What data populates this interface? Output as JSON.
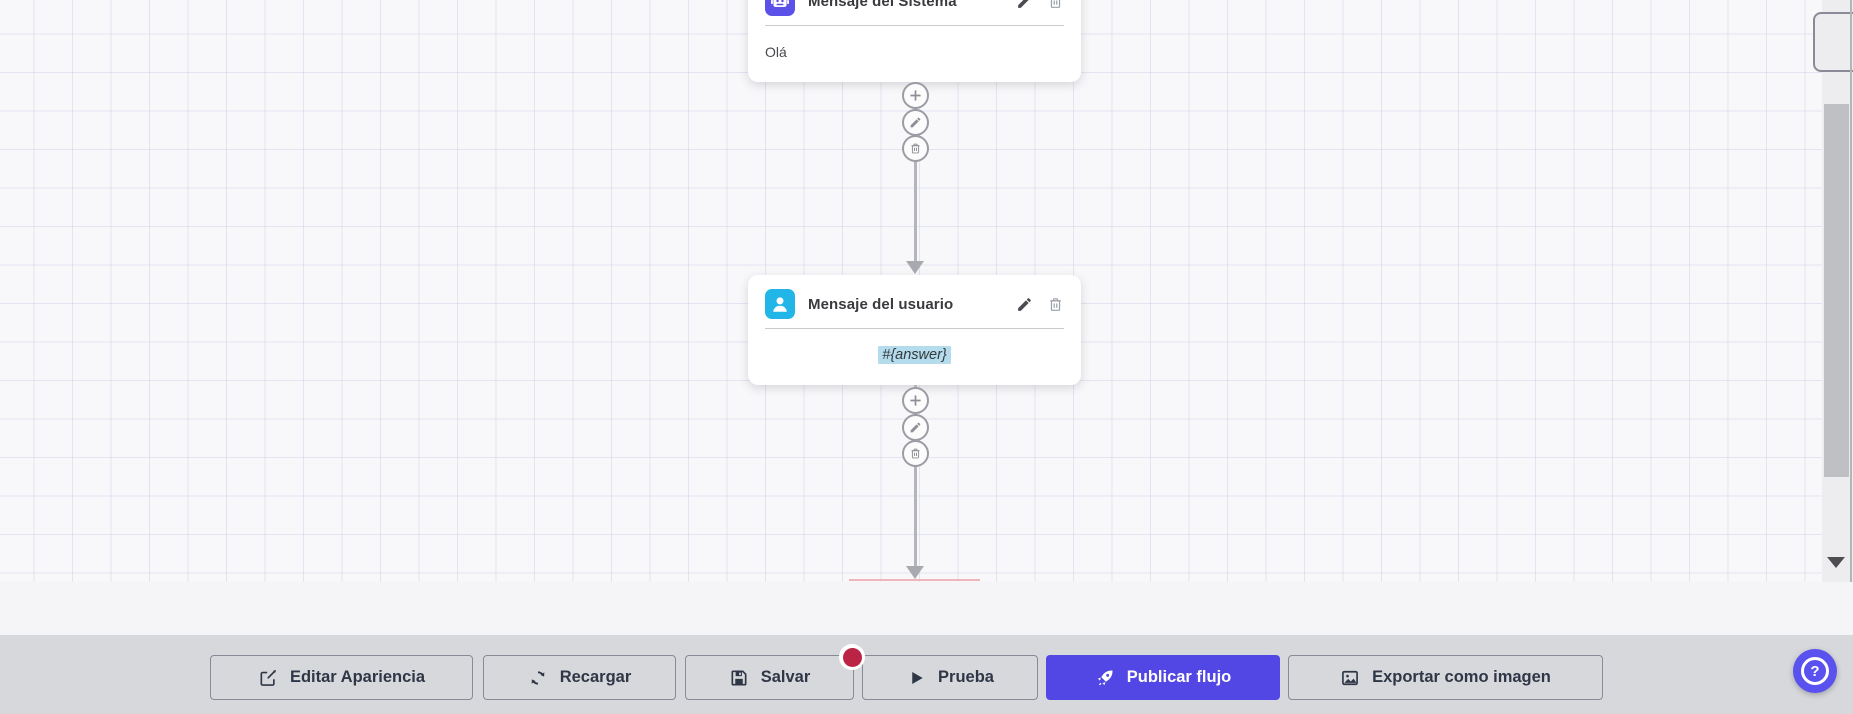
{
  "flow": {
    "nodes": [
      {
        "title": "Mensaje del Sistema",
        "body": "Olá",
        "icon": "robot-icon",
        "accent": "#5b51e8"
      },
      {
        "title": "Mensaje del usuario",
        "body": "#{answer}",
        "icon": "user-icon",
        "accent": "#22b5e8",
        "highlight": "#b4dcec"
      }
    ],
    "node_action_icons": [
      "pencil-icon",
      "trash-icon"
    ],
    "connector_action_icons": [
      "plus-icon",
      "pencil-icon",
      "trash-icon"
    ]
  },
  "toolbar": {
    "buttons": [
      {
        "label": "Editar Apariencia",
        "icon": "edit-square-icon"
      },
      {
        "label": "Recargar",
        "icon": "refresh-icon"
      },
      {
        "label": "Salvar",
        "icon": "save-icon",
        "unsaved_badge": true
      },
      {
        "label": "Prueba",
        "icon": "play-icon"
      },
      {
        "label": "Publicar flujo",
        "icon": "rocket-icon",
        "primary": true
      },
      {
        "label": "Exportar como imagen",
        "icon": "image-icon"
      }
    ],
    "primary_color": "#5246e4",
    "badge_color": "#bb2444"
  },
  "help_button": {
    "label": "?",
    "color": "#5a52ee"
  }
}
